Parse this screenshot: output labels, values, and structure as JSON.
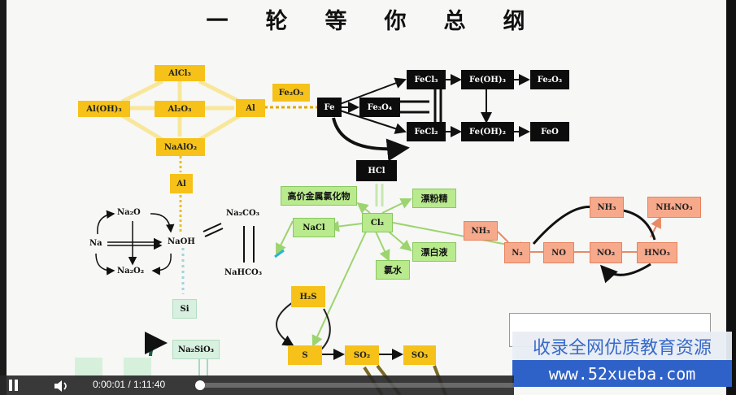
{
  "title": "一轮等你总纲",
  "aluminum": {
    "alcl3": "AlCl₃",
    "aloh3": "Al(OH)₃",
    "al2o3": "Al₂O₃",
    "al": "Al",
    "naalo2": "NaAlO₂",
    "al_lower": "Al"
  },
  "iron": {
    "fe2o3_in": "Fe₂O₃",
    "fe": "Fe",
    "fe3o4": "Fe₃O₄",
    "fecl3": "FeCl₃",
    "feoh3": "Fe(OH)₃",
    "fe2o3_out": "Fe₂O₃",
    "fecl2": "FeCl₂",
    "feoh2": "Fe(OH)₂",
    "feo": "FeO",
    "hcl": "HCl"
  },
  "chlorine": {
    "metal_chloride": "高价金属氯化物",
    "cl2": "Cl₂",
    "nacl": "NaCl",
    "bleach_powder": "漂粉精",
    "bleach_liquid": "漂白液",
    "chlorine_water": "氯水"
  },
  "nitrogen": {
    "nh3_top": "NH₃",
    "nh4no3": "NH₄NO₃",
    "nh3_left": "NH₃",
    "n2": "N₂",
    "no": "NO",
    "no2": "NO₂",
    "hno3": "HNO₃"
  },
  "sodium": {
    "na2o": "Na₂O",
    "na": "Na",
    "naoh": "NaOH",
    "na2o2": "Na₂O₂",
    "na2co3": "Na₂CO₃",
    "nahco3": "NaHCO₃"
  },
  "silicon": {
    "si": "Si",
    "na2sio3": "Na₂SiO₃"
  },
  "sulfur": {
    "h2s": "H₂S",
    "s": "S",
    "so2": "SO₂",
    "so3": "SO₃"
  },
  "watermark": {
    "line1": "收录全网优质教育资源",
    "line2": "www.52xueba.com"
  },
  "player": {
    "time": "0:00:01 / 1:11:40",
    "progress": 0.0002
  },
  "colors": {
    "yellow": "#f6c21a",
    "black": "#0c0c0c",
    "green": "#b9ea8e",
    "orange": "#f7a98b",
    "watermark_blue": "#2f62c8"
  }
}
